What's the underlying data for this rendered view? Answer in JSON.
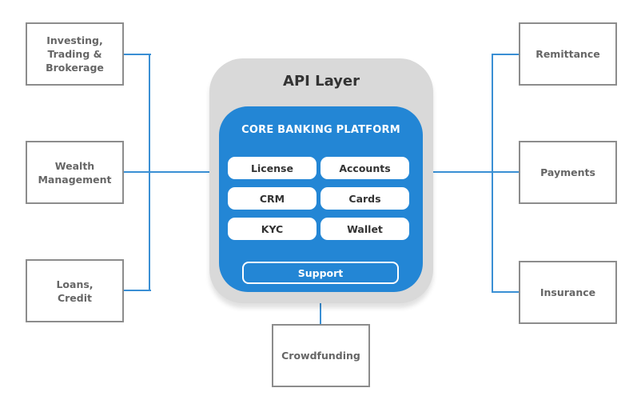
{
  "diagram": {
    "api_layer": {
      "title": "API Layer",
      "core": {
        "title": "CORE BANKING PLATFORM",
        "modules": [
          "License",
          "Accounts",
          "CRM",
          "Cards",
          "KYC",
          "Wallet"
        ],
        "support": "Support"
      }
    },
    "left_nodes": [
      "Investing,\nTrading &\nBrokerage",
      "Wealth\nManagement",
      "Loans,\nCredit"
    ],
    "right_nodes": [
      "Remittance",
      "Payments",
      "Insurance"
    ],
    "bottom_node": "Crowdfunding",
    "colors": {
      "connector": "#3a8fd4",
      "api_layer": "#d9d9d9",
      "core": "#2386d5",
      "node_border": "#8c8c8c"
    }
  }
}
